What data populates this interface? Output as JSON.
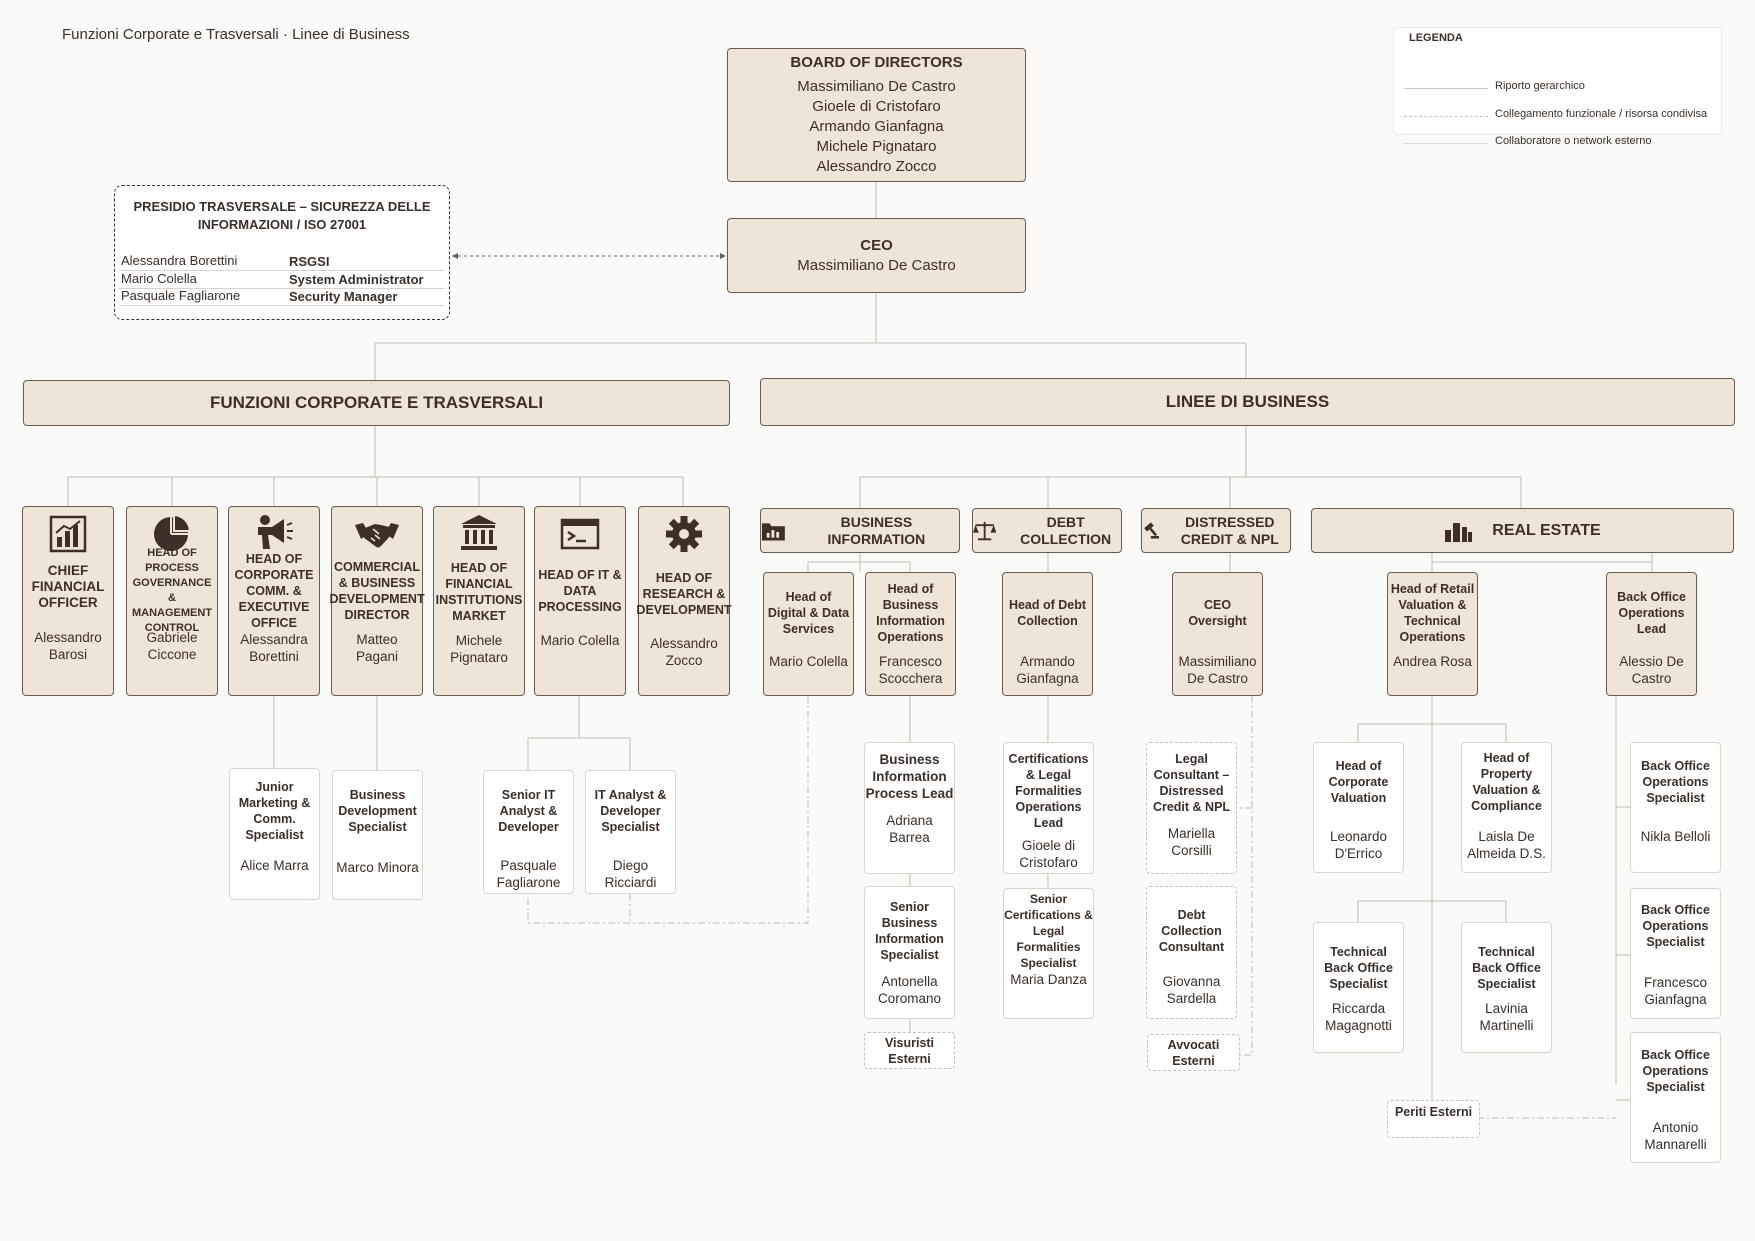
{
  "header": {
    "title": "Funzioni Corporate e Trasversali · Linee di Business"
  },
  "legend": {
    "title": "LEGENDA",
    "items": [
      "Riporto gerarchico",
      "Collegamento funzionale / risorsa condivisa",
      "Collaboratore o network esterno"
    ]
  },
  "board": {
    "title": "BOARD OF DIRECTORS",
    "members": [
      "Massimiliano De Castro",
      "Gioele di Cristofaro",
      "Armando Gianfagna",
      "Michele Pignataro",
      "Alessandro Zocco"
    ]
  },
  "ceo": {
    "title": "CEO",
    "name": "Massimiliano De Castro"
  },
  "presidio": {
    "title": "PRESIDIO TRASVERSALE – SICUREZZA DELLE INFORMAZIONI / ISO 27001",
    "rows": [
      {
        "name": "Alessandra Borettini",
        "role": "RSGSI"
      },
      {
        "name": "Mario Colella",
        "role": "System Administrator"
      },
      {
        "name": "Pasquale Fagliarone",
        "role": "Security Manager"
      }
    ]
  },
  "sections": {
    "corporate": "FUNZIONI CORPORATE E TRASVERSALI",
    "business": "LINEE DI BUSINESS"
  },
  "corporate": [
    {
      "icon": "bar-chart-icon",
      "title": "CHIEF FINANCIAL OFFICER",
      "name": "Alessandro Barosi"
    },
    {
      "icon": "pie-chart-icon",
      "title": "HEAD OF PROCESS GOVERNANCE & MANAGEMENT CONTROL",
      "name": "Gabriele Ciccone"
    },
    {
      "icon": "megaphone-icon",
      "title": "HEAD OF CORPORATE COMM. & EXECUTIVE OFFICE",
      "name": "Alessandra Borettini"
    },
    {
      "icon": "handshake-icon",
      "title": "COMMERCIAL & BUSINESS DEVELOPMENT DIRECTOR",
      "name": "Matteo Pagani"
    },
    {
      "icon": "bank-icon",
      "title": "HEAD OF FINANCIAL INSTITUTIONS MARKET",
      "name": "Michele Pignataro"
    },
    {
      "icon": "terminal-icon",
      "title": "HEAD OF IT & DATA PROCESSING",
      "name": "Mario Colella"
    },
    {
      "icon": "gear-icon",
      "title": "HEAD OF RESEARCH & DEVELOPMENT",
      "name": "Alessandro Zocco"
    }
  ],
  "corporate_sub": [
    {
      "title": "Junior Marketing & Comm. Specialist",
      "name": "Alice Marra"
    },
    {
      "title": "Business Development Specialist",
      "name": "Marco Minora"
    },
    {
      "title": "Senior IT Analyst & Developer",
      "name": "Pasquale Fagliarone"
    },
    {
      "title": "IT Analyst & Developer Specialist",
      "name": "Diego Ricciardi"
    }
  ],
  "lines": [
    {
      "icon": "folder-chart-icon",
      "title": "BUSINESS INFORMATION"
    },
    {
      "icon": "scales-icon",
      "title": "DEBT COLLECTION"
    },
    {
      "icon": "gavel-icon",
      "title": "DISTRESSED CREDIT & NPL"
    },
    {
      "icon": "buildings-icon",
      "title": "REAL ESTATE"
    }
  ],
  "heads": [
    {
      "title": "Head of Digital & Data Services",
      "name": "Mario Colella"
    },
    {
      "title": "Head of Business Information Operations",
      "name": "Francesco Scocchera"
    },
    {
      "title": "Head of Debt Collection",
      "name": "Armando Gianfagna"
    },
    {
      "title": "CEO Oversight",
      "name": "Massimiliano De Castro"
    },
    {
      "title": "Head of Retail Valuation & Technical Operations",
      "name": "Andrea Rosa"
    },
    {
      "title": "Back Office Operations Lead",
      "name": "Alessio De Castro"
    }
  ],
  "staff": {
    "bi": [
      {
        "title": "Business Information Process Lead",
        "name": "Adriana Barrea"
      },
      {
        "title": "Senior Business Information Specialist",
        "name": "Antonella Coromano"
      },
      {
        "title": "Visuristi Esterni",
        "name": ""
      }
    ],
    "dc": [
      {
        "title": "Certifications & Legal Formalities Operations Lead",
        "name": "Gioele di Cristofaro"
      },
      {
        "title": "Senior Certifications & Legal Formalities Specialist",
        "name": "Maria Danza"
      }
    ],
    "npl": [
      {
        "title": "Legal Consultant – Distressed Credit & NPL",
        "name": "Mariella Corsilli"
      },
      {
        "title": "Debt Collection Consultant",
        "name": "Giovanna Sardella"
      },
      {
        "title": "Avvocati Esterni",
        "name": ""
      }
    ],
    "re": [
      {
        "title": "Head of Corporate Valuation",
        "name": "Leonardo D'Errico"
      },
      {
        "title": "Head of Property Valuation & Compliance",
        "name": "Laisla De Almeida D.S."
      },
      {
        "title": "Technical Back Office Specialist",
        "name": "Riccarda Magagnotti"
      },
      {
        "title": "Technical Back Office Specialist",
        "name": "Lavinia Martinelli"
      },
      {
        "title": "Periti Esterni",
        "name": ""
      }
    ],
    "bo": [
      {
        "title": "Back Office Operations Specialist",
        "name": "Nikla Belloli"
      },
      {
        "title": "Back Office Operations Specialist",
        "name": "Francesco Gianfagna"
      },
      {
        "title": "Back Office Operations Specialist",
        "name": "Antonio Mannarelli"
      }
    ]
  }
}
